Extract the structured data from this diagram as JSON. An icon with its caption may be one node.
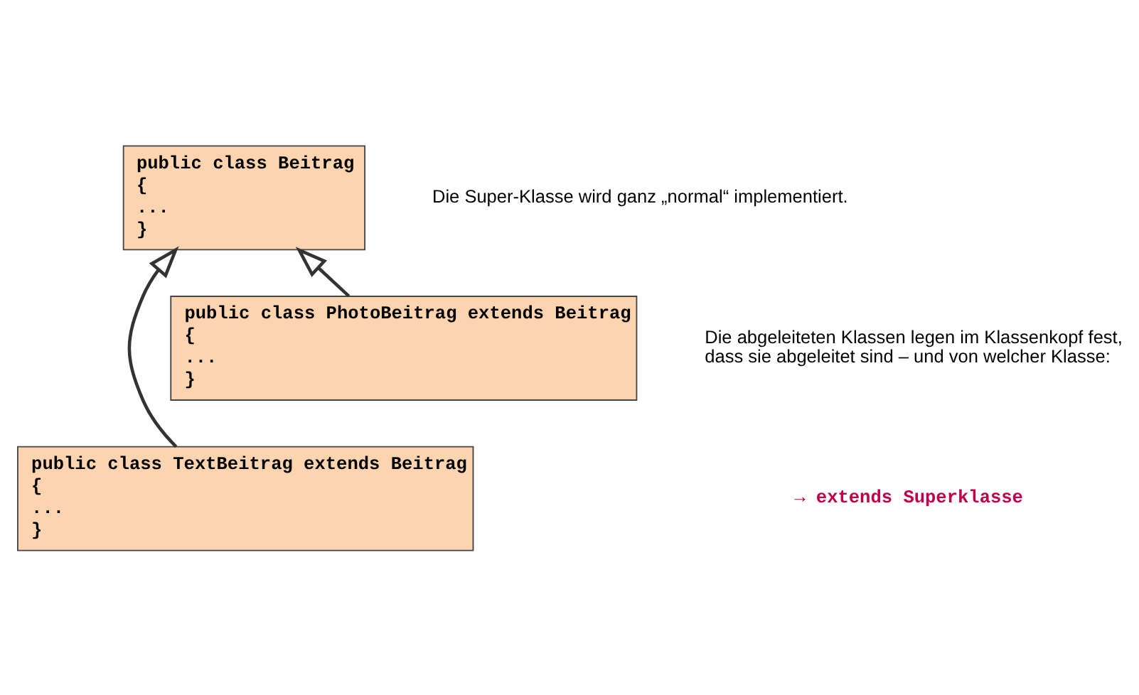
{
  "diagram": {
    "nodes": [
      {
        "text": [
          "public class Beitrag",
          "{",
          "...",
          "}"
        ]
      },
      {
        "text": [
          "public class PhotoBeitrag extends Beitrag",
          "{",
          "...",
          "}"
        ]
      },
      {
        "text": [
          "public class TextBeitrag extends Beitrag",
          "{",
          "...",
          "}"
        ]
      }
    ],
    "edges": [
      {
        "from": 2,
        "to": 0,
        "arrow": "to"
      },
      {
        "from": 1,
        "to": 0,
        "arrow": "to"
      }
    ],
    "labels": [
      "Die Super-Klasse wird ganz „normal“ implementiert.",
      "Die abgeleiteten Klassen legen im Klassenkopf fest, dass sie abgeleitet sind – und von welcher Klasse:",
      "→ extends Superklasse"
    ]
  }
}
